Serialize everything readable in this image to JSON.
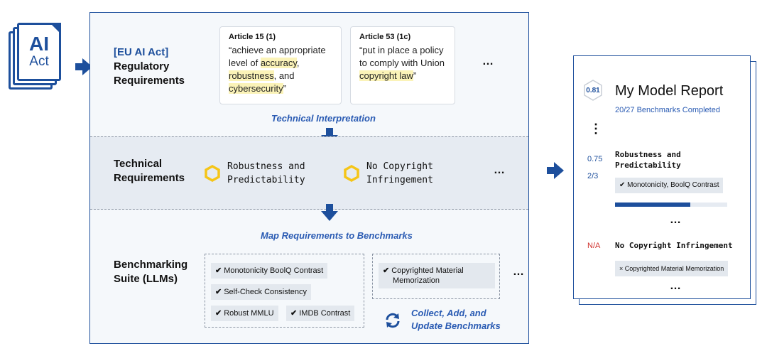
{
  "ai_act_icon": {
    "line1": "AI",
    "line2": "Act"
  },
  "regulatory": {
    "tag": "[EU AI Act]",
    "label_line1": "Regulatory",
    "label_line2": "Requirements",
    "cards": [
      {
        "title": "Article 15 (1)",
        "segments": [
          {
            "text": "“achieve an appropriate level of ",
            "hl": false
          },
          {
            "text": "accuracy",
            "hl": true
          },
          {
            "text": ", ",
            "hl": false
          },
          {
            "text": "robustness",
            "hl": true
          },
          {
            "text": ", and ",
            "hl": false
          },
          {
            "text": "cybersecurity",
            "hl": true
          },
          {
            "text": "”",
            "hl": false
          }
        ]
      },
      {
        "title": "Article 53 (1c)",
        "segments": [
          {
            "text": "“put in place a policy to comply with Union ",
            "hl": false
          },
          {
            "text": "copyright law",
            "hl": true
          },
          {
            "text": "”",
            "hl": false
          }
        ]
      }
    ],
    "more": "…"
  },
  "technical_interpretation": "Technical Interpretation",
  "technical": {
    "label_line1": "Technical",
    "label_line2": "Requirements",
    "items": [
      {
        "line1": "Robustness and",
        "line2": "Predictability"
      },
      {
        "line1": "No Copyright",
        "line2": "Infringement"
      }
    ],
    "more": "…"
  },
  "map_requirements": "Map Requirements to Benchmarks",
  "benchmarking": {
    "label_line1": "Benchmarking",
    "label_line2": "Suite (LLMs)",
    "group1": [
      "Monotonicity BoolQ Contrast",
      "Self-Check Consistency",
      "Robust MMLU",
      "IMDB Contrast"
    ],
    "group2": {
      "line1": "Copyrighted Material",
      "line2": "Memorization"
    },
    "check": "✔",
    "more": "…",
    "collect_line1": "Collect, Add, and",
    "collect_line2": "Update Benchmarks"
  },
  "report": {
    "score": "0.81",
    "title": "My Model Report",
    "subtitle": "20/27 Benchmarks Completed",
    "vdots": "⋮",
    "robustness": {
      "score": "0.75",
      "fraction": "2/3",
      "line1": "Robustness and",
      "line2": "Predictability",
      "chip": "✔ Monotonicity, BoolQ Contrast",
      "progress": 0.67
    },
    "more1": "…",
    "copyright": {
      "score": "N/A",
      "title": "No Copyright Infringement",
      "chip": "× Copyrighted Material Memorization"
    },
    "more2": "…"
  },
  "colors": {
    "accent": "#1d4f9c",
    "highlight": "#fbf3b8",
    "na": "#d0312d",
    "hex_yellow": "#f5c518"
  }
}
